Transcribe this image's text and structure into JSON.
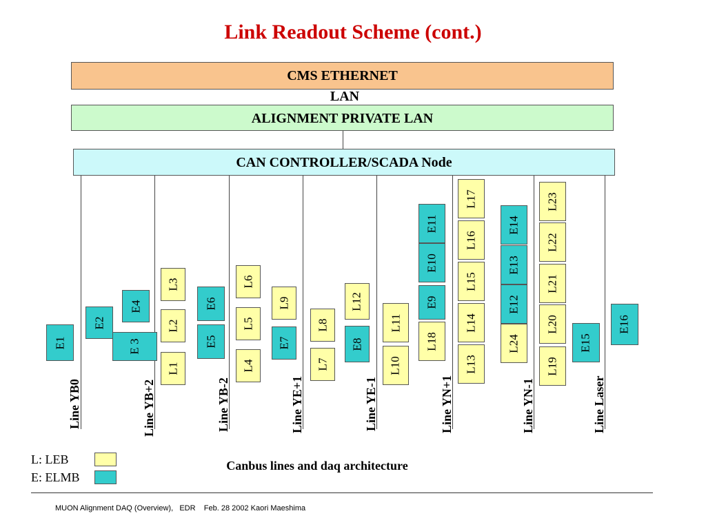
{
  "title": "Link Readout Scheme (cont.)",
  "bars": {
    "ethernet": "CMS ETHERNET",
    "ethernet_line2": "LAN",
    "alignment": "ALIGNMENT PRIVATE  LAN",
    "can": "CAN CONTROLLER/SCADA Node"
  },
  "colors": {
    "leb": "#ffffa8",
    "elmb": "#33cccc",
    "ethernet": "#f9c48e",
    "alignment": "#ccfacc",
    "can": "#ccf9fa",
    "title": "#cc0000"
  },
  "lines": [
    "Line YB0",
    "Line YB+2",
    "Line YB-2",
    "Line YE+1",
    "Line YE-1",
    "Line YN+1",
    "Line YN-1",
    "Line Laser"
  ],
  "modules": {
    "E1": "E1",
    "E2": "E2",
    "E3": "E   3",
    "E4": "E4",
    "L1": "L1",
    "L2": "L2",
    "L3": "L3",
    "E5": "E5",
    "E6": "E6",
    "L4": "L4",
    "L5": "L5",
    "L6": "L6",
    "E7": "E7",
    "L9": "L9",
    "L7": "L7",
    "L8": "L8",
    "E8": "E8",
    "L12": "L12",
    "L10": "L10",
    "L11": "L11",
    "L18": "L18",
    "E9": "E9",
    "E10": "E10",
    "E11": "E11",
    "L13": "L13",
    "L14": "L14",
    "L15": "L15",
    "L16": "L16",
    "L17": "L17",
    "L24": "L24",
    "E12": "E12",
    "E13": "E13",
    "E14": "E14",
    "L19": "L19",
    "L20": "L20",
    "L21": "L21",
    "L22": "L22",
    "L23": "L23",
    "E15": "E15",
    "E16": "E16"
  },
  "legend": {
    "leb": "L: LEB",
    "elmb": "E: ELMB"
  },
  "caption": "Canbus lines and daq architecture",
  "footer": "MUON Alignment DAQ (Overview),   EDR    Feb. 28 2002 Kaori Maeshima"
}
